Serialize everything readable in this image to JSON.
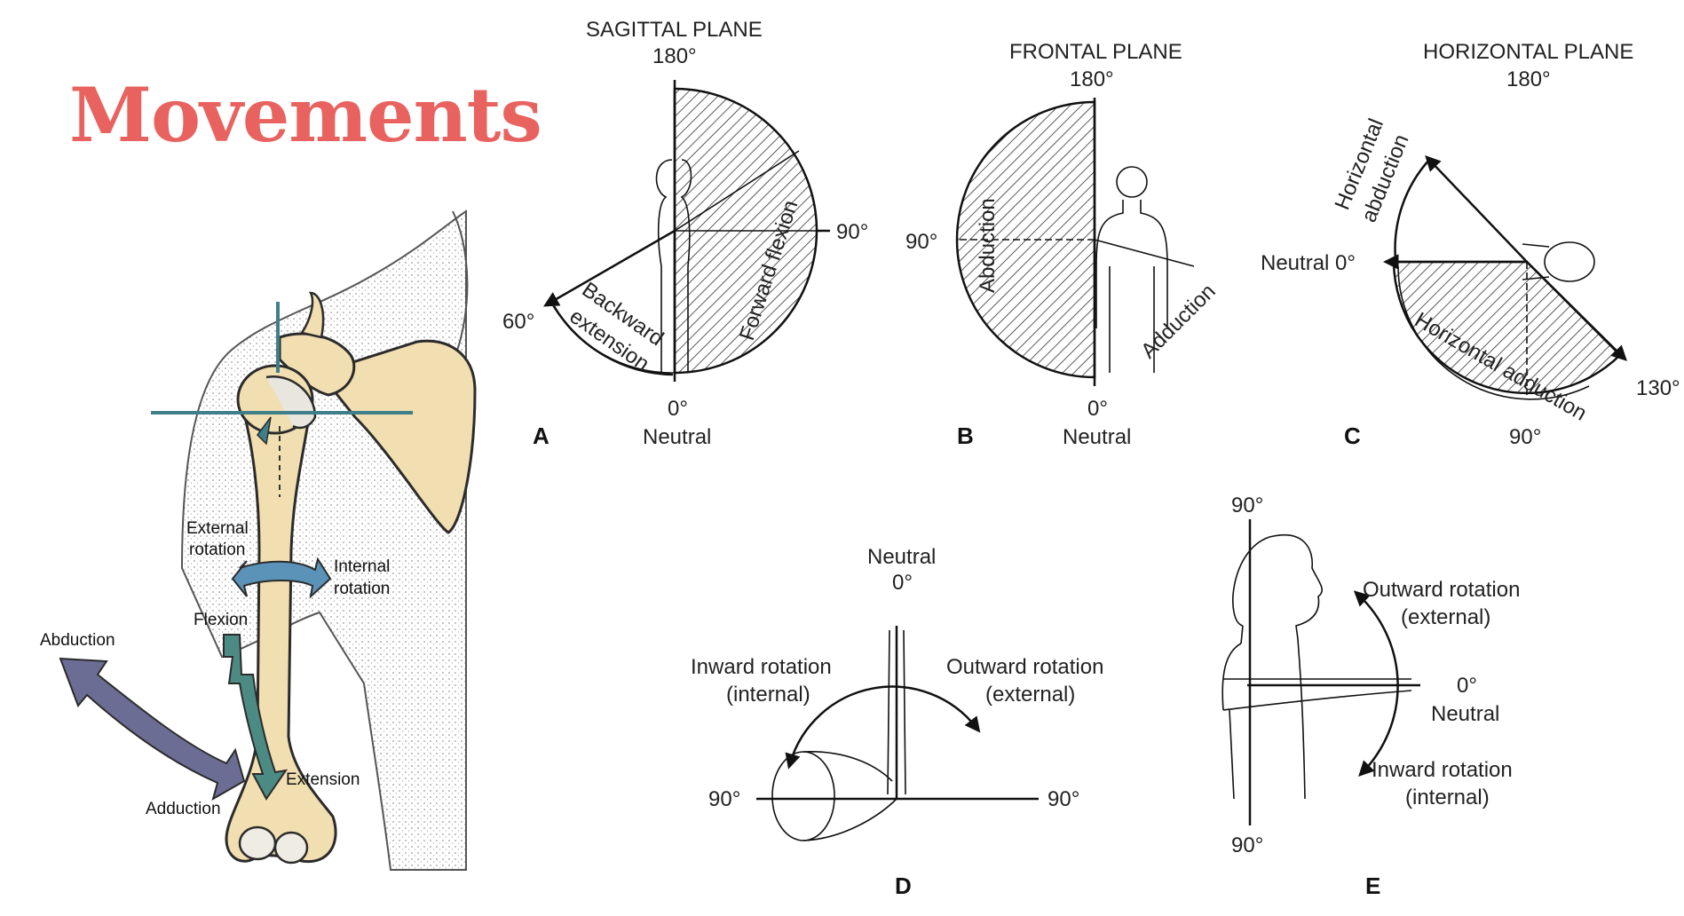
{
  "title": "Movements",
  "colors": {
    "title": "#e8635f",
    "bone": "#f1deb1",
    "bone_outline": "#2b2b2b",
    "skin_stipple": "#9a9a9a",
    "rotation_arrow": "#5b93b8",
    "flexion_arrow": "#4c8b84",
    "abduction_arrow": "#6c6d94",
    "axis_line": "#3f7f8a",
    "hatch": "#333333"
  },
  "arm_illustration": {
    "labels": {
      "external_rotation_1": "External",
      "external_rotation_2": "rotation",
      "internal_rotation_1": "Internal",
      "internal_rotation_2": "rotation",
      "flexion": "Flexion",
      "extension": "Extension",
      "abduction": "Abduction",
      "adduction": "Adduction"
    }
  },
  "panels": {
    "A": {
      "letter": "A",
      "plane": "SAGITTAL PLANE",
      "top": "180°",
      "right": "90°",
      "left": "60°",
      "bottom_deg": "0°",
      "bottom_label": "Neutral",
      "arc_label_1": "Forward flexion",
      "arc_label_2a": "Backward",
      "arc_label_2b": "extension"
    },
    "B": {
      "letter": "B",
      "plane": "FRONTAL PLANE",
      "top": "180°",
      "left": "90°",
      "bottom_deg": "0°",
      "bottom_label": "Neutral",
      "arc_label_1": "Abduction",
      "arc_label_2": "Adduction"
    },
    "C": {
      "letter": "C",
      "plane": "HORIZONTAL PLANE",
      "top": "180°",
      "left": "Neutral 0°",
      "right": "130°",
      "bottom": "90°",
      "arc_label_1a": "Horizontal",
      "arc_label_1b": "abduction",
      "arc_label_2": "Horizontal adduction"
    },
    "D": {
      "letter": "D",
      "top_label": "Neutral",
      "top_deg": "0°",
      "left_1": "Inward rotation",
      "left_2": "(internal)",
      "right_1": "Outward rotation",
      "right_2": "(external)",
      "left_deg": "90°",
      "right_deg": "90°"
    },
    "E": {
      "letter": "E",
      "top_deg": "90°",
      "bottom_deg": "90°",
      "up_1": "Outward rotation",
      "up_2": "(external)",
      "right_deg": "0°",
      "right_label": "Neutral",
      "down_1": "Inward rotation",
      "down_2": "(internal)"
    }
  }
}
